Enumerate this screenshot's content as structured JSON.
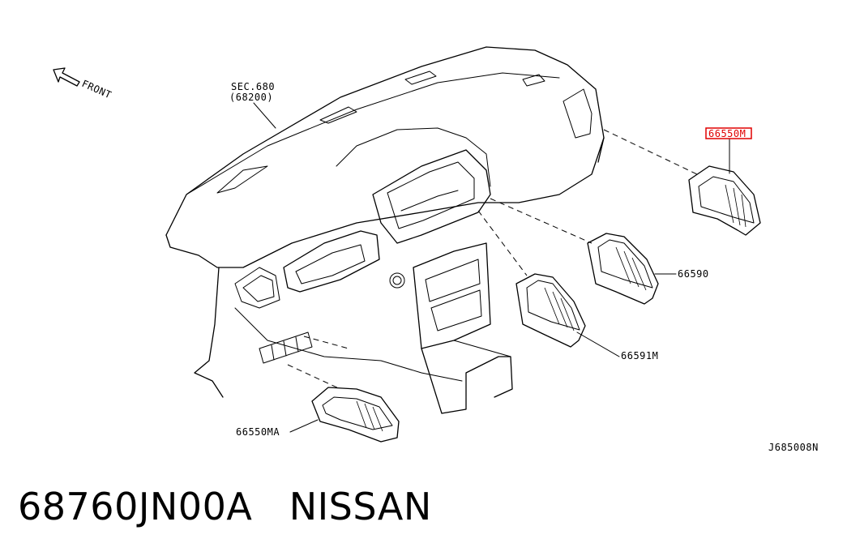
{
  "diagram": {
    "front_label": "FRONT",
    "section_ref": "SEC.680",
    "section_sub": "(68200)",
    "highlighted_part": "66550M",
    "highlight_color": "#e00000",
    "parts": [
      "66590",
      "66591M",
      "66550MA"
    ],
    "drawing_code": "J685008N"
  },
  "caption": {
    "part_number": "68760JN00A",
    "brand": "NISSAN"
  }
}
